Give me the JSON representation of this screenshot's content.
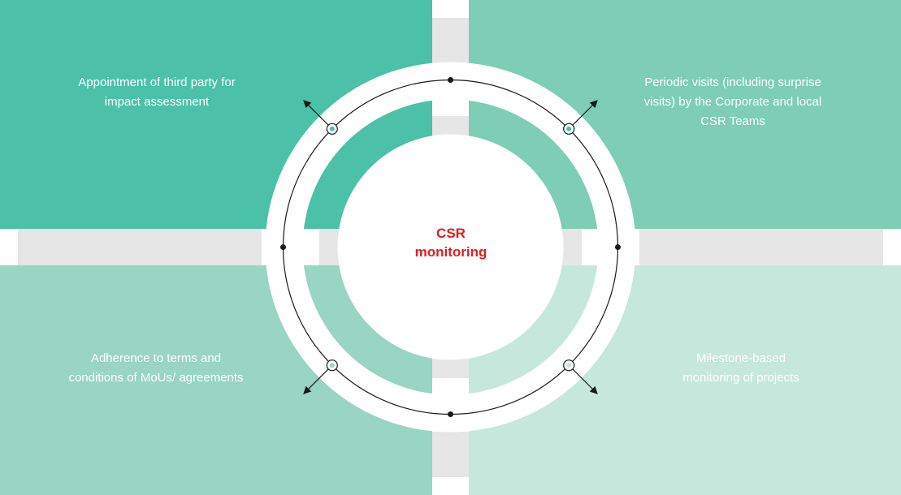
{
  "colors": {
    "quadrant_top_left": "#4bc1a7",
    "quadrant_top_right": "#7ecdb5",
    "quadrant_bottom_left": "#98d5c2",
    "quadrant_bottom_right": "#c5e7dc",
    "band_gray": "#e6e6e6",
    "ring_line": "#1a1a1a",
    "node_fill": "#4bc1a7",
    "title_red": "#e11d23"
  },
  "center": {
    "title_line1": "CSR",
    "title_line2": "monitoring"
  },
  "quadrants": {
    "top_left": "Appointment of third party for impact assessment",
    "top_right": "Periodic visits (including surprise visits) by the Corporate and local CSR Teams",
    "bottom_left": "Adherence to terms and conditions of MoUs/ agreements",
    "bottom_right": "Milestone-based monitoring of projects"
  }
}
